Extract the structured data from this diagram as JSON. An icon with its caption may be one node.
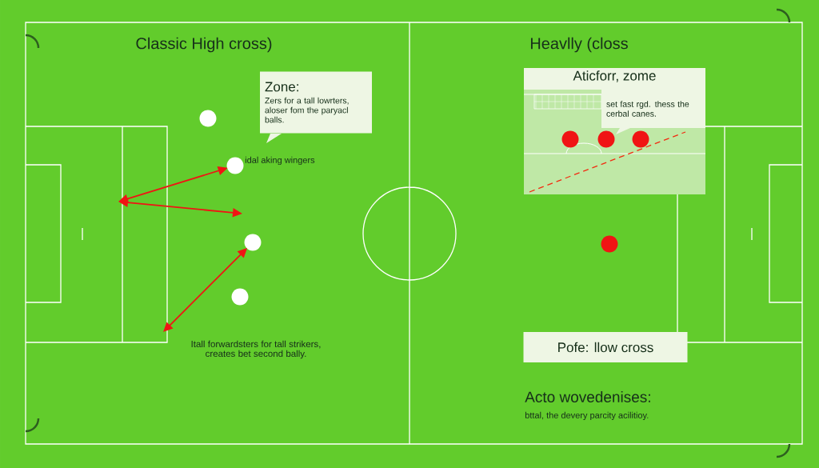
{
  "diagram": {
    "nodes": [
      {
        "text": [
          "Zone:",
          "Zers for a tall lowrters, aloser fom the paryacl balls."
        ]
      },
      {
        "text": [],
        "shape": "circle"
      },
      {
        "text": [],
        "shape": "circle"
      },
      {
        "text": [],
        "shape": "circle"
      },
      {
        "text": [],
        "shape": "circle"
      },
      {
        "text": [
          "Aticforr, zome"
        ]
      },
      {
        "text": [
          "set fast rgd. thess the cerbal canes."
        ],
        "in": 5
      },
      {
        "text": [],
        "shape": "circle",
        "in": 5
      },
      {
        "text": [],
        "shape": "circle",
        "in": 5
      },
      {
        "text": [],
        "shape": "circle",
        "in": 5
      },
      {
        "text": [],
        "shape": "circle"
      },
      {
        "text": [
          "Pofe: llow cross"
        ]
      }
    ],
    "edges": [
      {
        "from": null,
        "to": 2,
        "arrow": "both"
      },
      {
        "from": null,
        "to": 3,
        "arrow": "both"
      }
    ],
    "labels": [
      "Classic High cross)",
      "Heavlly (closs",
      "idal aking wingers",
      "Itall forwardsters for tall strikers, creates bet second bally.",
      "Acto wovedenises:",
      "bttal, the devery parcity acilitioy."
    ]
  }
}
